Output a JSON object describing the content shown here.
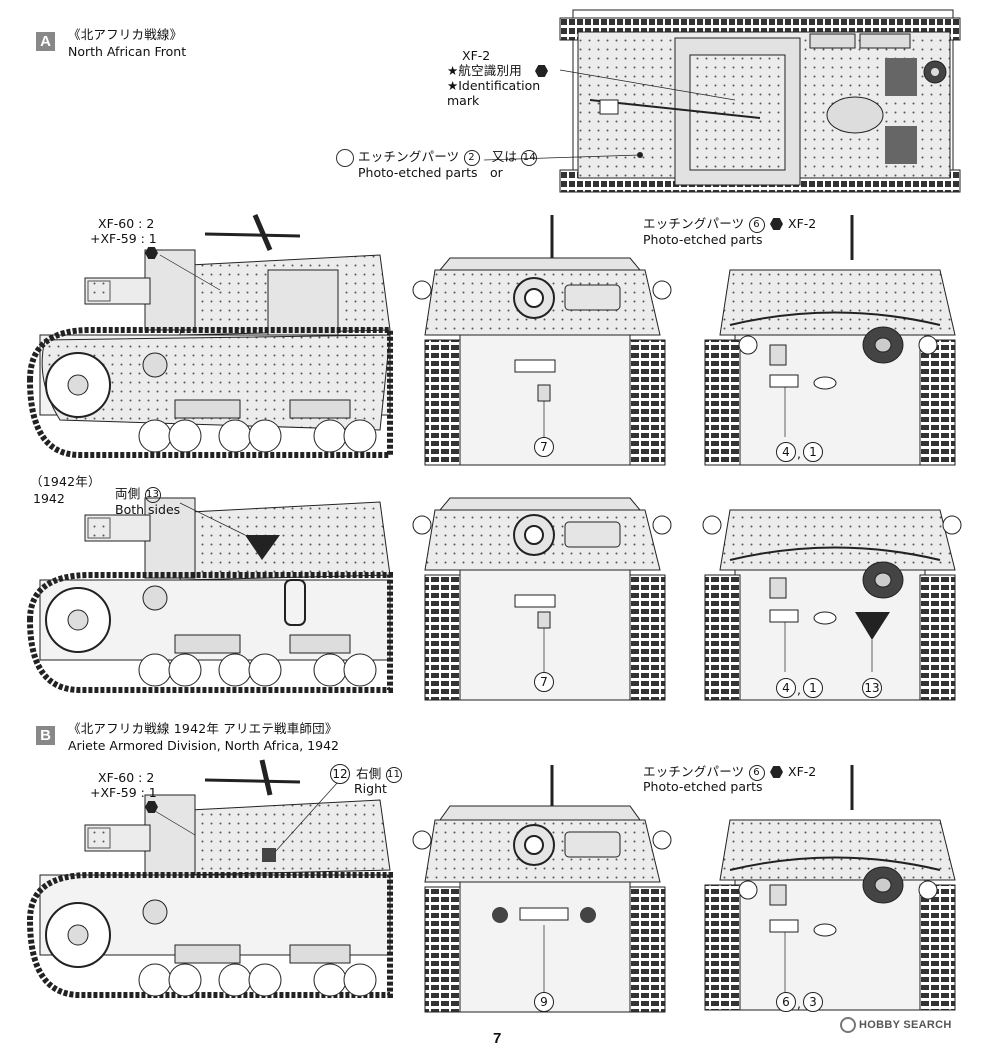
{
  "section_a": {
    "badge": "A",
    "title_jp": "《北アフリカ戦線》",
    "title_en": "North African Front"
  },
  "top_view": {
    "paint_code": "XF-2",
    "ident_jp": "★航空識別用",
    "ident_en": "★Identification",
    "ident_en2": "mark",
    "etched_jp": "エッチングパーツ",
    "etched_num": "2",
    "or_jp": "又は",
    "alt_num": "14",
    "etched_en": "Photo-etched parts",
    "or_en": "or"
  },
  "side_a1": {
    "paint1": "XF-60 : 2",
    "paint2": "+XF-59 : 1"
  },
  "front_a1": {
    "decal": "7"
  },
  "rear_a1": {
    "etched_jp": "エッチングパーツ",
    "etched_num": "6",
    "paint": "XF-2",
    "etched_en": "Photo-etched parts",
    "decal_a": "4",
    "decal_sep": ",",
    "decal_b": "1"
  },
  "year_1942": {
    "label_jp": "（1942年）",
    "label_en": "1942",
    "both_jp": "両側",
    "both_num": "13",
    "both_en": "Both sides"
  },
  "front_a2": {
    "decal": "7"
  },
  "rear_a2": {
    "decal_a": "4",
    "decal_sep": ",",
    "decal_b": "1",
    "decal_c": "13"
  },
  "section_b": {
    "badge": "B",
    "title_jp": "《北アフリカ戦線 1942年 アリエテ戦車師団》",
    "title_en": "Ariete Armored Division, North Africa, 1942"
  },
  "side_b": {
    "paint1": "XF-60 : 2",
    "paint2": "+XF-59 : 1",
    "decal_num": "12",
    "right_jp": "右側",
    "right_num": "11",
    "right_en": "Right"
  },
  "front_b": {
    "decal": "9"
  },
  "rear_b": {
    "etched_jp": "エッチングパーツ",
    "etched_num": "6",
    "paint": "XF-2",
    "etched_en": "Photo-etched parts",
    "decal_a": "6",
    "decal_sep": ",",
    "decal_b": "3"
  },
  "footer": {
    "page_number": "7",
    "watermark": "HOBBY SEARCH"
  },
  "colors": {
    "hull": "#ececec",
    "line": "#222222",
    "badge": "#888888"
  }
}
